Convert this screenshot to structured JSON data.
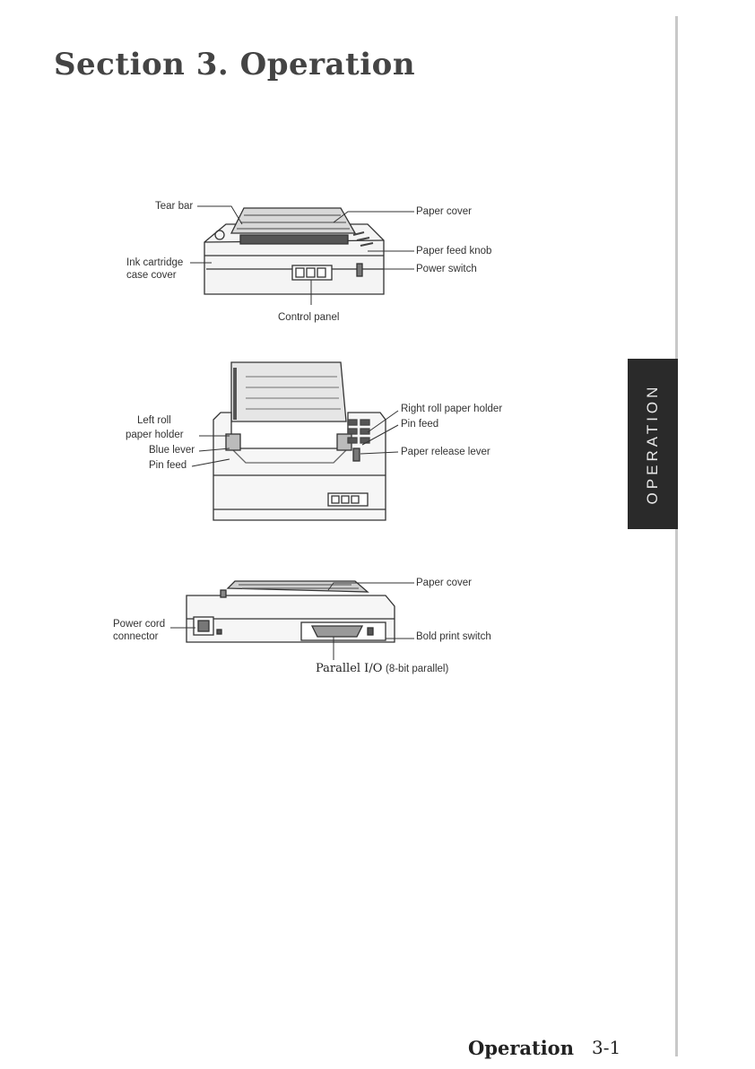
{
  "header": {
    "title": "Section 3. Operation"
  },
  "side_tab": {
    "label": "OPERATION"
  },
  "figure1": {
    "labels": {
      "tear_bar": "Tear bar",
      "paper_cover": "Paper cover",
      "paper_feed_knob": "Paper feed knob",
      "ink_cartridge_1": "Ink cartridge",
      "ink_cartridge_2": "case cover",
      "power_switch": "Power switch",
      "control_panel": "Control panel"
    }
  },
  "figure2": {
    "labels": {
      "left_roll_1": "Left roll",
      "left_roll_2": "paper holder",
      "blue_lever": "Blue lever",
      "pin_feed_left": "Pin feed",
      "right_roll": "Right roll paper holder",
      "pin_feed_right": "Pin feed",
      "paper_release": "Paper release lever"
    }
  },
  "figure3": {
    "labels": {
      "paper_cover": "Paper cover",
      "power_cord_1": "Power cord",
      "power_cord_2": "connector",
      "bold_print": "Bold print switch",
      "parallel_io": "Parallel I/O",
      "parallel_io_note": "(8-bit parallel)"
    }
  },
  "footer": {
    "section_name": "Operation",
    "page_number": "3-1"
  }
}
